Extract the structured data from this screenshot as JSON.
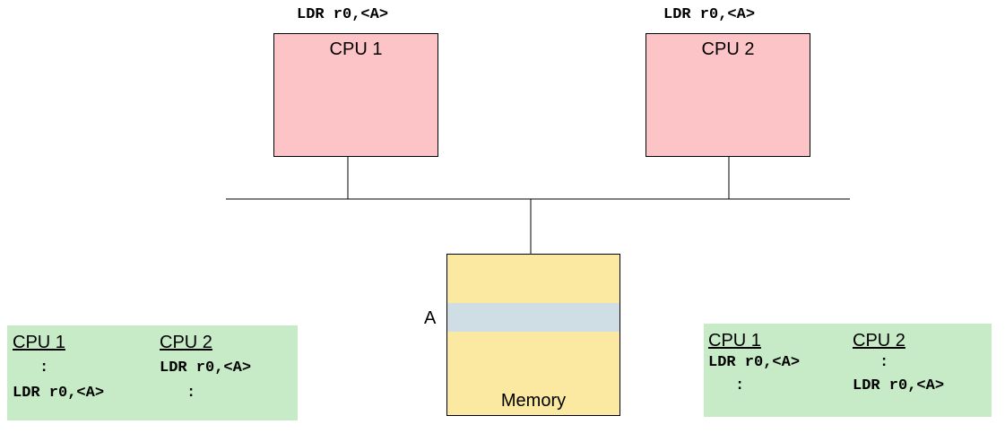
{
  "cpus": [
    {
      "title": "CPU 1",
      "instruction": "LDR r0,<A>"
    },
    {
      "title": "CPU 2",
      "instruction": "LDR r0,<A>"
    }
  ],
  "memory": {
    "label": "Memory",
    "row_label": "A"
  },
  "colors": {
    "cpu": "#fcc4c6",
    "memory": "#fbe9a1",
    "memory_row": "#cfdde5",
    "note": "#c6ebc6"
  },
  "left_table": {
    "headers": [
      "CPU 1",
      "CPU 2"
    ],
    "rows": [
      [
        ":",
        "LDR r0,<A>"
      ],
      [
        "LDR r0,<A>",
        ":"
      ]
    ]
  },
  "right_table": {
    "headers": [
      "CPU 1",
      "CPU 2"
    ],
    "rows": [
      [
        "LDR r0,<A>",
        ":"
      ],
      [
        ":",
        "LDR r0,<A>"
      ]
    ]
  }
}
